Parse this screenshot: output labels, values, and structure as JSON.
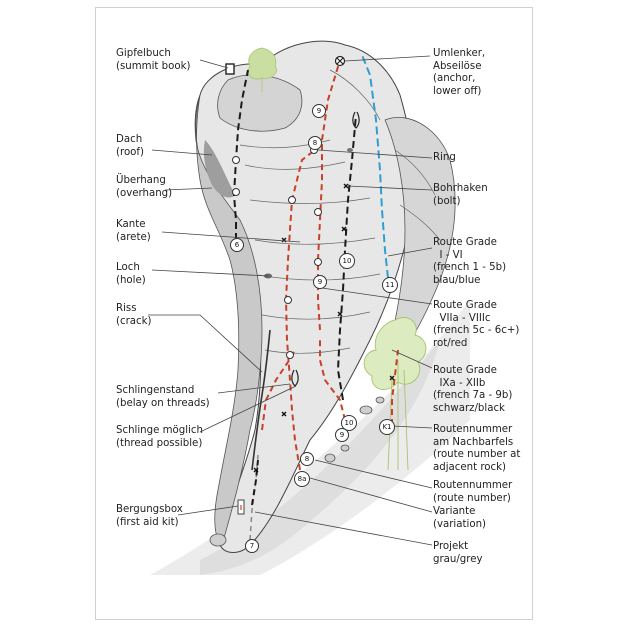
{
  "colors": {
    "rock_light": "#e9e9e9",
    "rock_mid": "#d2d2d2",
    "rock_dark": "#b9b9b9",
    "line": "#444444",
    "red": "#c8412a",
    "blue": "#2f9fd0",
    "black": "#1b1b1b",
    "tree": "#c9dfa2",
    "tree_line": "#a7c46e"
  },
  "labels_left": [
    {
      "id": "gipfelbuch",
      "text": "Gipfelbuch\n(summit book)"
    },
    {
      "id": "dach",
      "text": "Dach\n(roof)"
    },
    {
      "id": "ueberhang",
      "text": "Überhang\n(overhang)"
    },
    {
      "id": "kante",
      "text": "Kante\n(arete)"
    },
    {
      "id": "loch",
      "text": "Loch\n(hole)"
    },
    {
      "id": "riss",
      "text": "Riss\n(crack)"
    },
    {
      "id": "schlingenstand",
      "text": "Schlingenstand\n(belay on threads)"
    },
    {
      "id": "schlinge",
      "text": "Schlinge möglich\n(thread possible)"
    },
    {
      "id": "bergungsbox",
      "text": "Bergungsbox\n(first aid kit)"
    }
  ],
  "labels_right": [
    {
      "id": "umlenker",
      "text": "Umlenker,\nAbseilöse\n(anchor,\nlower off)"
    },
    {
      "id": "ring",
      "text": "Ring"
    },
    {
      "id": "bohrhaken",
      "text": "Bohrhaken\n(bolt)"
    },
    {
      "id": "grade1",
      "text": "Route Grade\n  I - VI\n(french 1 - 5b)\nblau/blue"
    },
    {
      "id": "grade2",
      "text": "Route Grade\n  VIIa - VIIIc\n(french 5c - 6c+)\nrot/red"
    },
    {
      "id": "grade3",
      "text": "Route Grade\n  IXa - XIIb\n(french 7a - 9b)\nschwarz/black"
    },
    {
      "id": "routennummer_nachbar",
      "text": "Routennummer\nam Nachbarfels\n(route number at\nadjacent rock)"
    },
    {
      "id": "routennummer",
      "text": "Routennummer\n(route number)"
    },
    {
      "id": "variante",
      "text": "Variante\n(variation)"
    },
    {
      "id": "projekt",
      "text": "Projekt\ngrau/grey"
    }
  ],
  "route_numbers": [
    "6",
    "9",
    "8",
    "10",
    "11",
    "9",
    "10",
    "9",
    "8",
    "8a",
    "7",
    "K1"
  ]
}
